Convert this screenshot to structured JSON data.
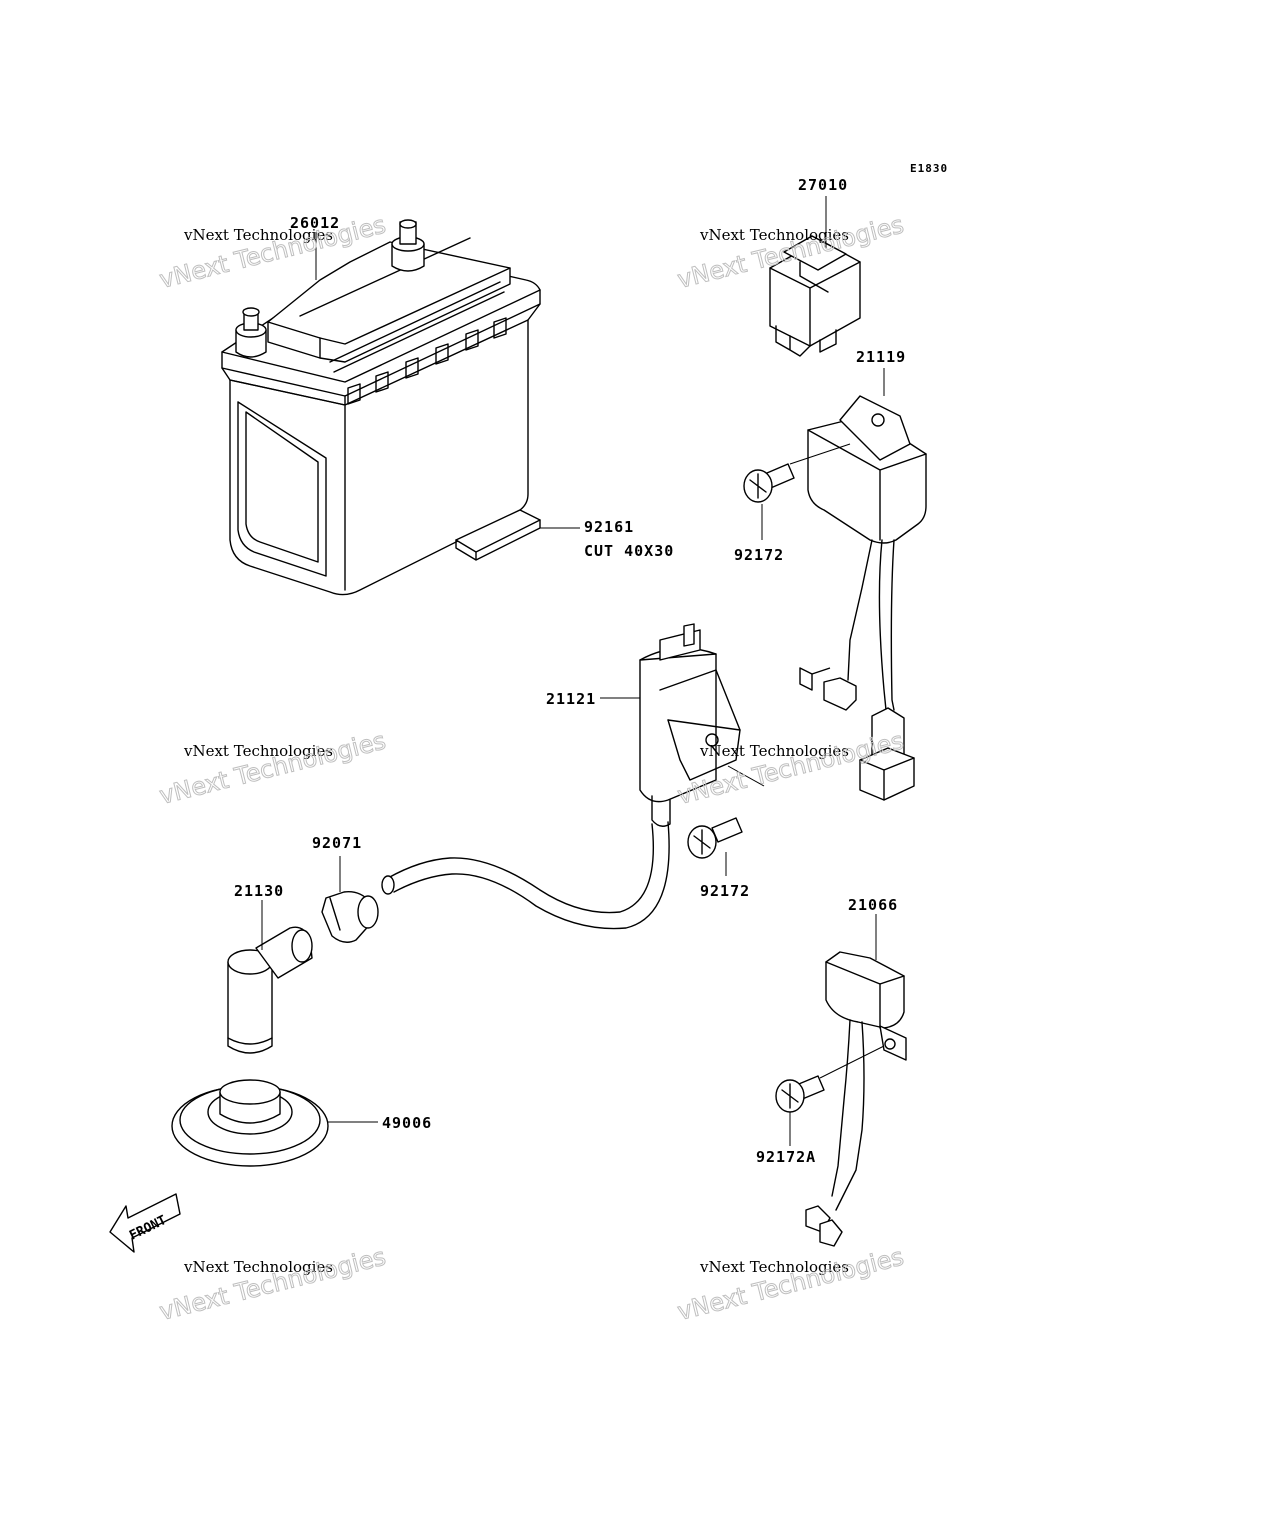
{
  "diagram": {
    "code": "E1830",
    "parts": [
      {
        "number": "26012"
      },
      {
        "number": "92161",
        "note": "CUT 40X30"
      },
      {
        "number": "27010"
      },
      {
        "number": "21119"
      },
      {
        "number": "92172"
      },
      {
        "number": "21121"
      },
      {
        "number": "92071"
      },
      {
        "number": "92172"
      },
      {
        "number": "21130"
      },
      {
        "number": "21066"
      },
      {
        "number": "49006"
      },
      {
        "number": "92172A"
      }
    ],
    "direction_label": "FRONT"
  },
  "watermarks": [
    {
      "line1": "vNext Technologies",
      "line2": "vNext Technologies"
    },
    {
      "line1": "vNext Technologies",
      "line2": "vNext Technologies"
    },
    {
      "line1": "vNext Technologies",
      "line2": "vNext Technologies"
    },
    {
      "line1": "vNext Technologies",
      "line2": "vNext Technologies"
    },
    {
      "line1": "vNext Technologies",
      "line2": "vNext Technologies"
    },
    {
      "line1": "vNext Technologies",
      "line2": "vNext Technologies"
    }
  ]
}
